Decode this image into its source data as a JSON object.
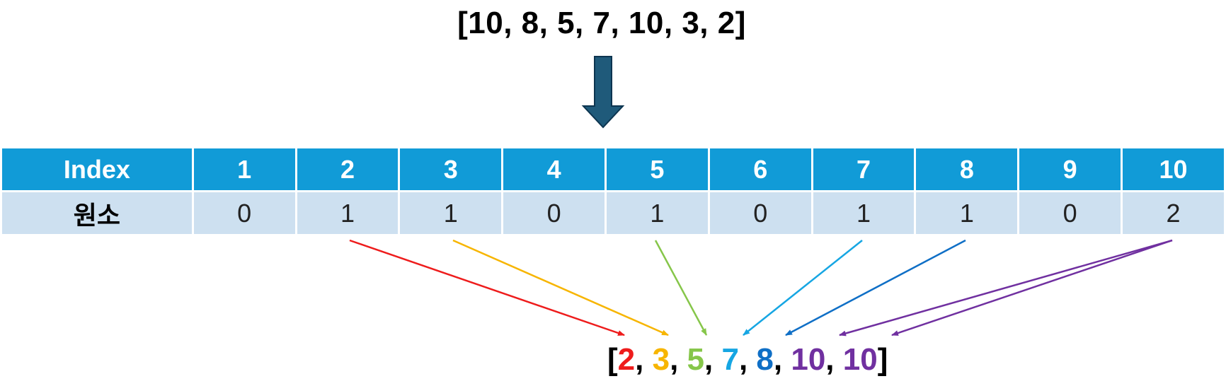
{
  "input_array": "[10, 8, 5, 7, 10, 3, 2]",
  "table": {
    "header_label": "Index",
    "row_label": "원소",
    "indices": [
      "1",
      "2",
      "3",
      "4",
      "5",
      "6",
      "7",
      "8",
      "9",
      "10"
    ],
    "counts": [
      "0",
      "1",
      "1",
      "0",
      "1",
      "0",
      "1",
      "1",
      "0",
      "2"
    ]
  },
  "output": {
    "open": "[",
    "close": "]",
    "separator": ", ",
    "items": [
      {
        "value": "2",
        "color": "#ee1c1c"
      },
      {
        "value": "3",
        "color": "#f7b500"
      },
      {
        "value": "5",
        "color": "#86c64a"
      },
      {
        "value": "7",
        "color": "#16a6e3"
      },
      {
        "value": "8",
        "color": "#0f6fc6"
      },
      {
        "value": "10",
        "color": "#7030a0"
      },
      {
        "value": "10",
        "color": "#7030a0"
      }
    ]
  },
  "colors": {
    "header_bg": "#119bd7",
    "row_bg": "#cde0f0",
    "big_arrow": "#1f5a7a"
  }
}
